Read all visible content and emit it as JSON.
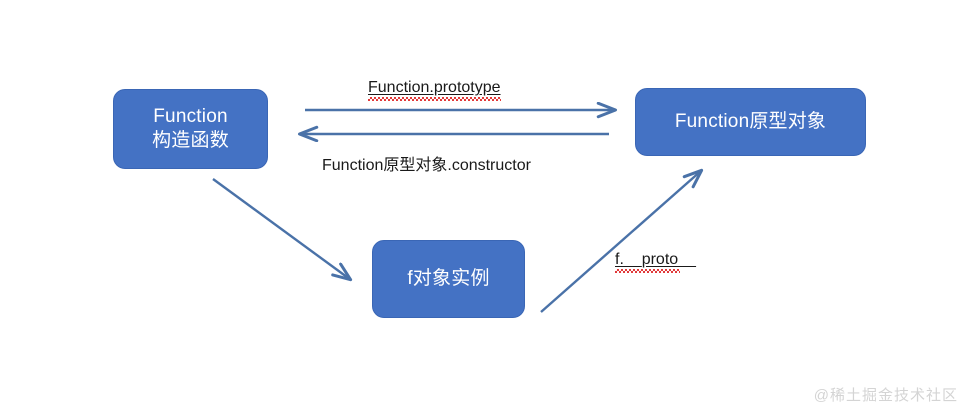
{
  "diagram": {
    "title": "JavaScript Function prototype relationship diagram",
    "background_color": "#ffffff",
    "box_fill_color": "#4472C4",
    "box_text_color": "#ffffff",
    "arrow_color": "#4a72a8",
    "label_text_color": "#1a1a1a",
    "spellcheck_underline_color": "#e03030",
    "watermark_color": "#d4d4d4"
  },
  "nodes": {
    "function_constructor": {
      "line1": "Function",
      "line2": "构造函数"
    },
    "function_prototype": {
      "label": "Function原型对象"
    },
    "f_instance": {
      "label": "f对象实例"
    }
  },
  "edges": {
    "prototype": {
      "label": "Function.prototype",
      "direction": "right",
      "from": "function_constructor",
      "to": "function_prototype"
    },
    "constructor": {
      "label": "Function原型对象.constructor",
      "direction": "left",
      "from": "function_prototype",
      "to": "function_constructor"
    },
    "instantiation": {
      "label": "",
      "direction": "down-right",
      "from": "function_constructor",
      "to": "f_instance"
    },
    "proto": {
      "label": "f.__proto__",
      "direction": "up-right",
      "from": "f_instance",
      "to": "function_prototype"
    }
  },
  "watermark": {
    "text": "@稀土掘金技术社区"
  }
}
